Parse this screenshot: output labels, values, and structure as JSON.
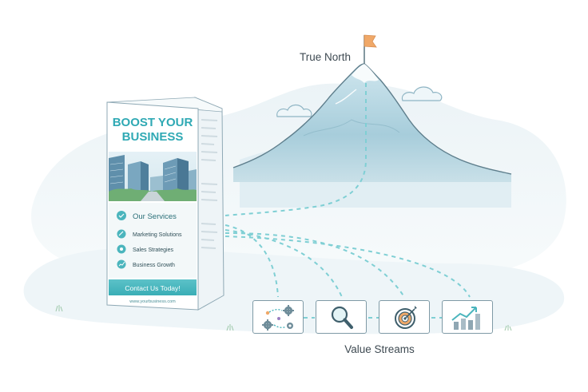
{
  "labels": {
    "true_north": "True North",
    "value_streams": "Value Streams"
  },
  "brochure": {
    "headline_line1": "BOOST YOUR",
    "headline_line2": "BUSINESS",
    "section_title": "Our Services",
    "items": [
      "Marketing Solutions",
      "Sales Strategies",
      "Business Growth"
    ],
    "cta": "Contact Us Today!",
    "website": "www.yourbusiness.com"
  },
  "value_stream_icons": [
    "workflow-gears-icon",
    "magnifier-icon",
    "target-arrow-icon",
    "growth-chart-icon"
  ],
  "colors": {
    "teal": "#2fa9b4",
    "teal_light": "#7fcfd4",
    "mountain": "#a9cedb",
    "outline": "#5e7e8c",
    "flag": "#f0a868",
    "haze": "#e6f0f4"
  }
}
